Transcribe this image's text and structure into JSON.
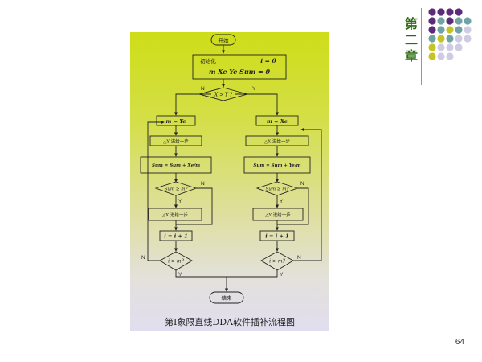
{
  "chapter_label": [
    "第",
    "二",
    "章"
  ],
  "page_number": "64",
  "dot_colors": {
    "purple": "#5a2c7a",
    "teal": "#6fa3a6",
    "olive": "#c4c424",
    "lilac": "#cfcbe3"
  },
  "figure": {
    "caption": "第Ⅰ象限直线DDA软件插补流程图",
    "nodes": {
      "start": "开始",
      "init_label": "初始化",
      "init_i": "i = 0",
      "init_vars": "m  Xe  Ye  Sum = 0",
      "decision_main": "X > Y ?",
      "left_assign": "m = Ye",
      "right_assign": "m = Xe",
      "left_step_y": "△Y 进给一步",
      "right_step_x": "△X 进给一步",
      "left_sum": "Sum = Sum + Xe/m",
      "right_sum": "Sum = Sum + Ye/m",
      "left_cmp": "Sum ≥ m?",
      "right_cmp": "Sum ≥ m?",
      "left_step_x": "△X 进给一步",
      "right_step_y": "△Y 进给一步",
      "left_inc": "i = i + 1",
      "right_inc": "i = i + 1",
      "left_check": "i > m?",
      "right_check": "i > m?",
      "end": "结束"
    },
    "branch_labels": {
      "main_no": "N",
      "main_yes": "Y",
      "left_cmp_no": "N",
      "left_cmp_yes": "Y",
      "right_cmp_no": "N",
      "right_cmp_yes": "Y",
      "left_check_no": "N",
      "left_check_yes": "Y",
      "right_check_no": "N",
      "right_check_yes": "Y"
    }
  }
}
